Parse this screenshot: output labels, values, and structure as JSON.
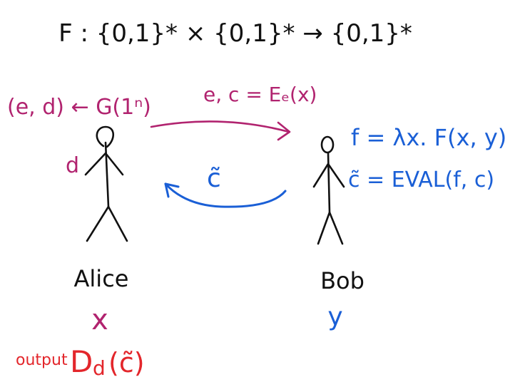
{
  "function_signature": "F : {0,1}* × {0,1}* → {0,1}*",
  "alice": {
    "keygen": "(e, d) ← G(1ⁿ)",
    "key_label": "d",
    "name": "Alice",
    "input": "x",
    "output_word": "output",
    "output_expr": "D",
    "output_sub": "d",
    "output_arg": "(c̃)"
  },
  "bob": {
    "name": "Bob",
    "input": "y",
    "function_def": "f = λx. F(x, y)",
    "eval_def": "c̃ = EVAL(f, c)"
  },
  "messages": {
    "to_bob": "e, c = Eₑ(x)",
    "to_alice": "c̃"
  },
  "colors": {
    "black": "#111111",
    "magenta": "#b1236f",
    "blue": "#1a5fd6",
    "red": "#e3262b"
  }
}
